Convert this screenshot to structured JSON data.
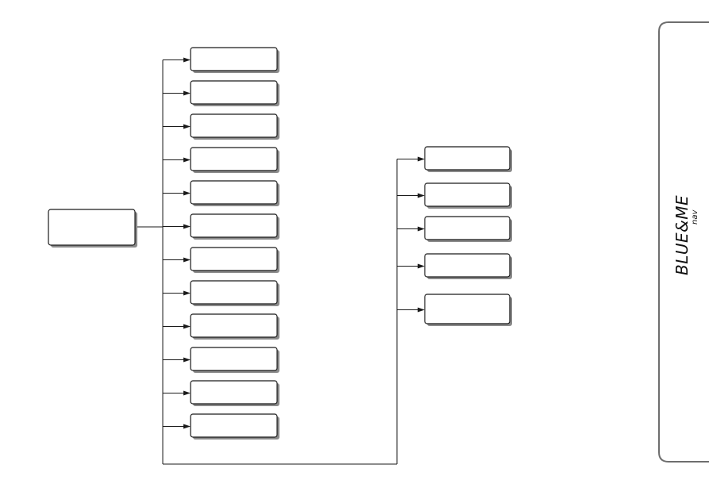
{
  "diagram": {
    "root": {
      "id": "root",
      "label": ""
    },
    "branch_a": [
      {
        "id": "a1",
        "label": ""
      },
      {
        "id": "a2",
        "label": ""
      },
      {
        "id": "a3",
        "label": ""
      },
      {
        "id": "a4",
        "label": ""
      },
      {
        "id": "a5",
        "label": ""
      },
      {
        "id": "a6",
        "label": ""
      },
      {
        "id": "a7",
        "label": ""
      },
      {
        "id": "a8",
        "label": ""
      },
      {
        "id": "a9",
        "label": ""
      },
      {
        "id": "a10",
        "label": ""
      },
      {
        "id": "a11",
        "label": ""
      },
      {
        "id": "a12",
        "label": ""
      }
    ],
    "branch_b": [
      {
        "id": "b1",
        "label": ""
      },
      {
        "id": "b2",
        "label": ""
      },
      {
        "id": "b3",
        "label": ""
      },
      {
        "id": "b4",
        "label": ""
      },
      {
        "id": "b5",
        "label": ""
      }
    ]
  },
  "brand": {
    "logo_main": "BLUE&ME",
    "logo_sub": "nav"
  },
  "colors": {
    "line": "#1a1a1a",
    "shadow": "#8a8a8a",
    "tab": "#6e6e6e"
  }
}
